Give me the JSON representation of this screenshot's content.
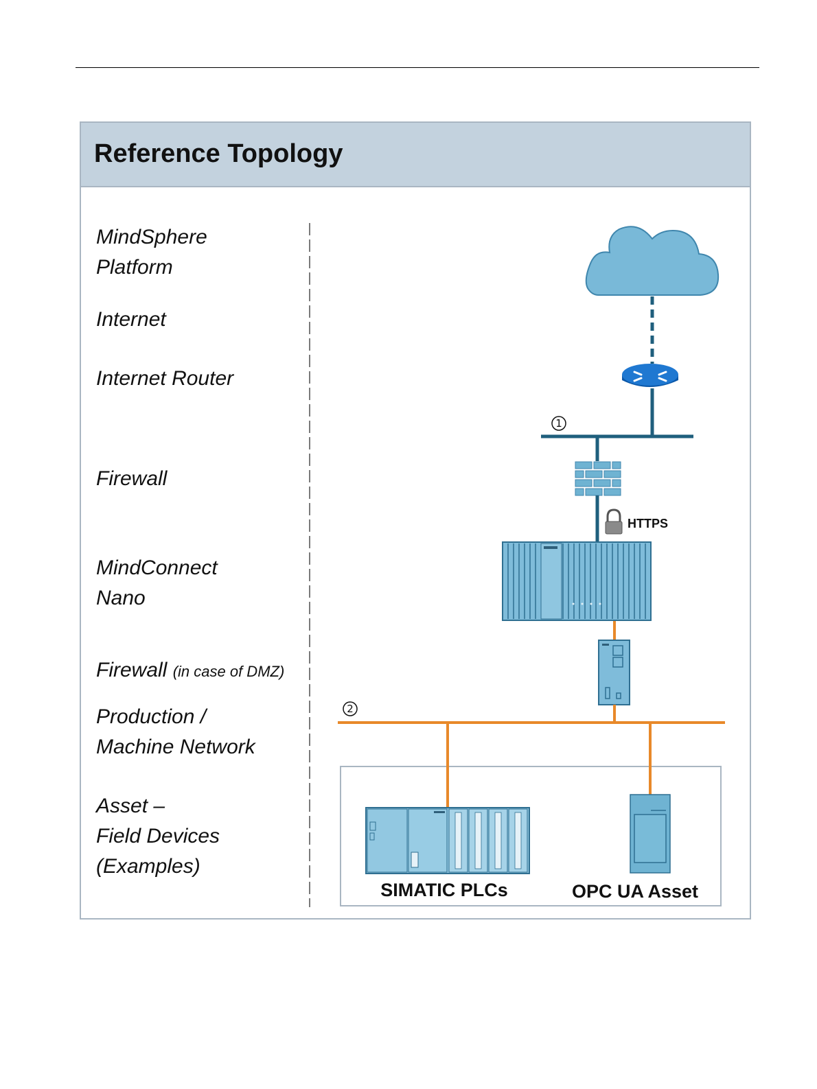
{
  "title": "Reference Topology",
  "layers": [
    {
      "line1": "MindSphere",
      "line2": "Platform"
    },
    {
      "line1": "Internet"
    },
    {
      "line1": "Internet Router"
    },
    {
      "line1": "Firewall"
    },
    {
      "line1": "MindConnect",
      "line2": "Nano"
    },
    {
      "line1": "Firewall",
      "note": "(in case of DMZ)"
    },
    {
      "line1": "Production /",
      "line2": "Machine Network"
    },
    {
      "line1": "Asset –",
      "line2": "Field  Devices",
      "line3": "(Examples)"
    }
  ],
  "markers": {
    "one": "1",
    "two": "2"
  },
  "https_label": "HTTPS",
  "devices": {
    "plc": "SIMATIC PLCs",
    "opc": "OPC UA Asset"
  },
  "colors": {
    "header_bg": "#c3d2de",
    "cloud": "#79b9d8",
    "network_blue": "#1f5f7d",
    "production_orange": "#e8892a",
    "device_blue": "#6fb3d2"
  },
  "icons": {
    "cloud": "cloud-icon",
    "router": "router-icon",
    "firewall": "firewall-icon",
    "lock": "lock-icon"
  }
}
